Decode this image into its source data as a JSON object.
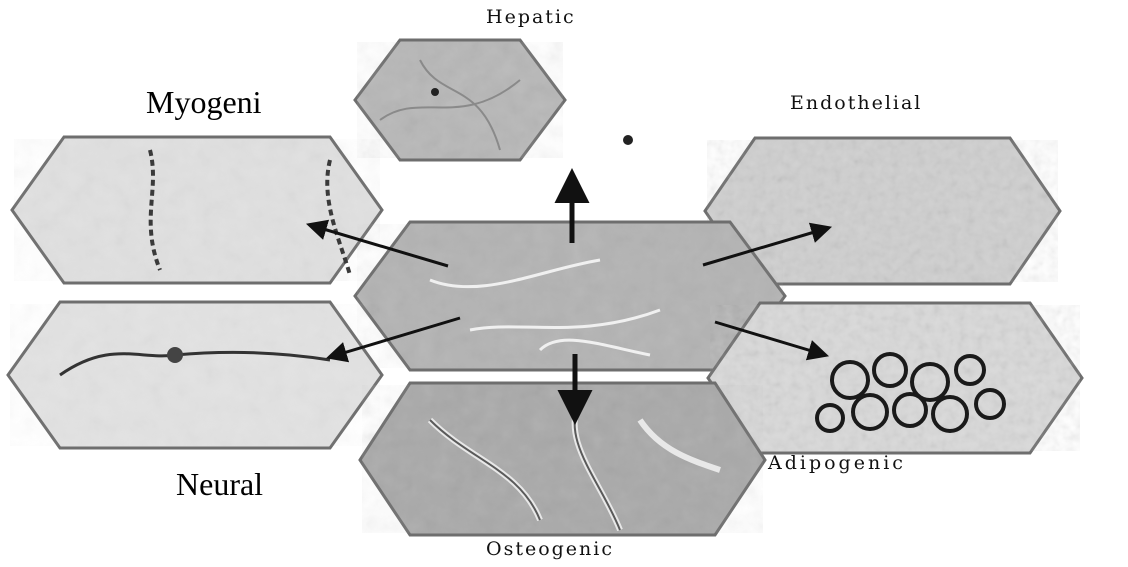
{
  "figure": {
    "labels": {
      "hepatic": "Hepatic",
      "endothelial": "Endothelial",
      "adipogenic": "Adipogenic",
      "osteogenic": "Osteogenic",
      "myogenic": "Myogeni",
      "neural": "Neural"
    },
    "colors": {
      "hex_border": "#6e6e6e",
      "arrow": "#111111",
      "tile_light": "#e2e2e2",
      "tile_mid": "#bdbdbd",
      "tile_dark": "#9a9a9a"
    }
  }
}
